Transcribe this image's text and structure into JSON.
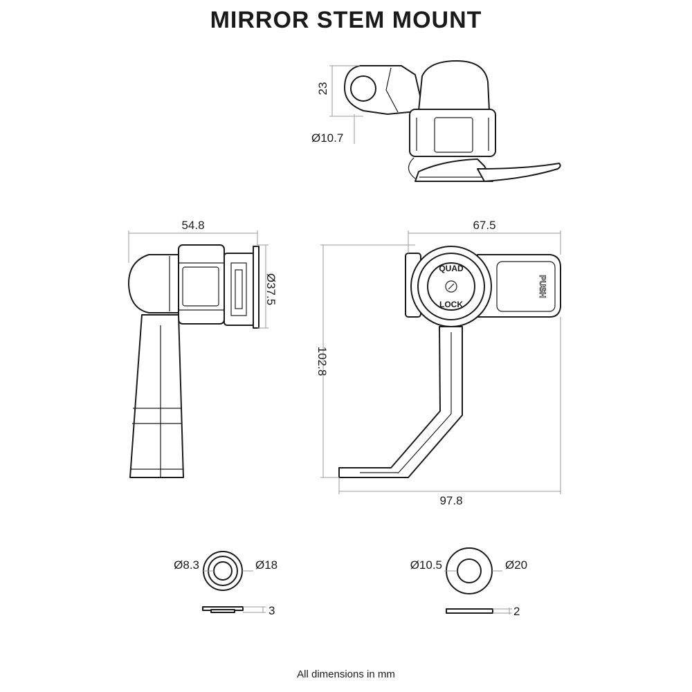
{
  "title": "MIRROR STEM MOUNT",
  "footer_note": "All dimensions in mm",
  "top_view": {
    "dim_height": "23",
    "dim_hole": "Ø10.7"
  },
  "side_view": {
    "dim_width": "54.8",
    "dim_diameter": "Ø37.5"
  },
  "front_view": {
    "dim_top_width": "67.5",
    "dim_height": "102.8",
    "dim_bottom_width": "97.8",
    "logo_line1": "QUAD",
    "logo_line2": "LOCK",
    "push_label": "PUSH"
  },
  "washer_small": {
    "dim_inner": "Ø8.3",
    "dim_outer": "Ø18",
    "dim_thickness": "3"
  },
  "washer_large": {
    "dim_inner": "Ø10.5",
    "dim_outer": "Ø20",
    "dim_thickness": "2"
  }
}
